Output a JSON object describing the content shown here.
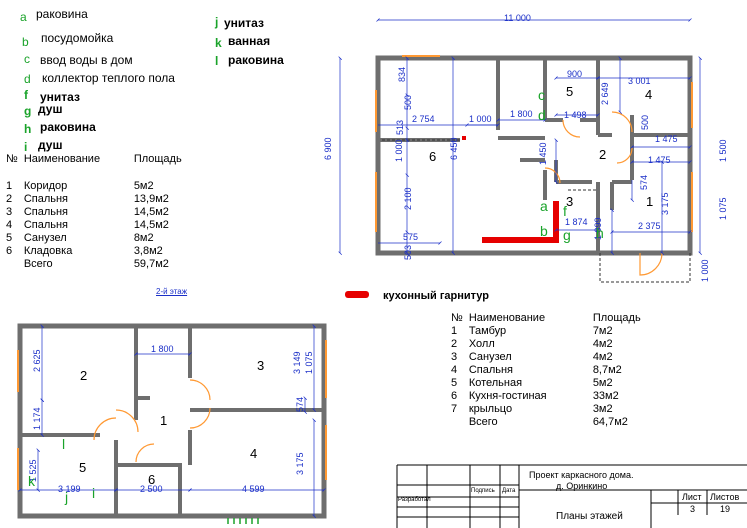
{
  "legend": {
    "left": [
      {
        "key": "a",
        "label": "раковина"
      },
      {
        "key": "b",
        "label": "посудомойка"
      },
      {
        "key": "c",
        "label": "ввод воды в дом"
      },
      {
        "key": "d",
        "label": "коллектор теплого пола"
      },
      {
        "key": "f",
        "label": "унитаз"
      },
      {
        "key": "g",
        "label": "душ"
      },
      {
        "key": "h",
        "label": "раковина"
      },
      {
        "key": "i",
        "label": "душ"
      }
    ],
    "right": [
      {
        "key": "j",
        "label": "унитаз"
      },
      {
        "key": "k",
        "label": "ванная"
      },
      {
        "key": "l",
        "label": "раковина"
      }
    ]
  },
  "table_floor2": {
    "headers": [
      "№",
      "Наименование",
      "Площадь"
    ],
    "rows": [
      [
        "1",
        "Коридор",
        "5м2"
      ],
      [
        "2",
        "Спальня",
        "13,9м2"
      ],
      [
        "3",
        "Спальня",
        "14,5м2"
      ],
      [
        "4",
        "Спальня",
        "14,5м2"
      ],
      [
        "5",
        "Санузел",
        "8м2"
      ],
      [
        "6",
        "Кладовка",
        "3,8м2"
      ],
      [
        "",
        "Всего",
        "59,7м2"
      ]
    ],
    "caption": "2-й этаж"
  },
  "table_floor1": {
    "headers": [
      "№",
      "Наименование",
      "Площадь"
    ],
    "rows": [
      [
        "1",
        "Тамбур",
        "7м2"
      ],
      [
        "2",
        "Холл",
        "4м2"
      ],
      [
        "3",
        "Санузел",
        "4м2"
      ],
      [
        "4",
        "Спальня",
        "8,7м2"
      ],
      [
        "5",
        "Котельная",
        "5м2"
      ],
      [
        "6",
        "Кухня-гостиная",
        "33м2"
      ],
      [
        "7",
        "крыльцо",
        "3м2"
      ],
      [
        "",
        "Всего",
        "64,7м2"
      ]
    ]
  },
  "kitchen_legend": "кухонный гарнитур",
  "plan1": {
    "dims": {
      "overall": "11 000",
      "height": "6 900",
      "d834": "834",
      "d500a": "500",
      "d513": "513",
      "d1000": "1 000",
      "d2100": "2 100",
      "d503": "503",
      "d2754": "2 754",
      "d1000b": "1 000",
      "d1800": "1 800",
      "d6450": "6 450",
      "d900": "900",
      "d3001": "3 001",
      "d1498": "1 498",
      "d2649": "2 649",
      "d500b": "500",
      "d1475a": "1 475",
      "d1475b": "1 475",
      "d1500": "1 500",
      "d1450": "1 450",
      "d574": "574",
      "d3175": "3 175",
      "d1874": "1 874",
      "d1099": "1 099",
      "d2375": "2 375",
      "d575": "575",
      "d1075": "1 075",
      "d1000c": "1 000"
    },
    "rooms": [
      "1",
      "2",
      "3",
      "4",
      "5",
      "6"
    ],
    "tags": [
      "a",
      "b",
      "c",
      "d",
      "f",
      "g",
      "h"
    ]
  },
  "plan2": {
    "dims": {
      "d2625": "2 625",
      "d1800": "1 800",
      "d3149": "3 149",
      "d1075": "1 075",
      "d1174": "1 174",
      "d574": "574",
      "d3175": "3 175",
      "d1525": "1 525",
      "d3199": "3 199",
      "d2500": "2 500",
      "d4599": "4 599"
    },
    "rooms": [
      "1",
      "2",
      "3",
      "4",
      "5",
      "6"
    ],
    "tags": [
      "l",
      "i",
      "j",
      "k"
    ]
  },
  "title_block": {
    "project": "Проект каркасного дома.",
    "location": "д. Оринкино",
    "sheet_title": "Планы этажей",
    "developed": "Разработал",
    "signature": "Подпись",
    "date": "Дата",
    "sheet_label": "Лист",
    "sheets_label": "Листов",
    "sheet_no": "3",
    "sheets_total": "19"
  },
  "colors": {
    "dim": "#1b2fc8",
    "tag": "#1aa32a",
    "kitchen": "#e60000",
    "wall": "#6e6e6e",
    "window": "#ff9933"
  }
}
